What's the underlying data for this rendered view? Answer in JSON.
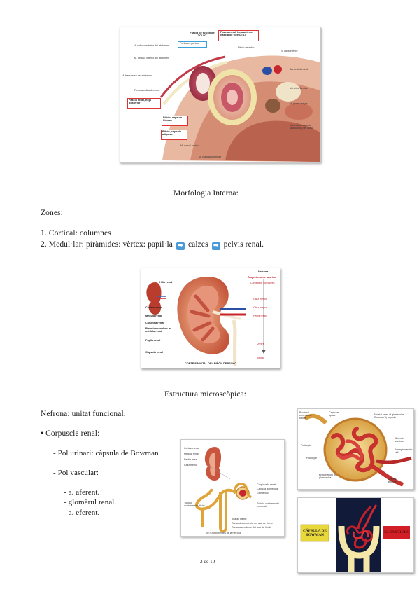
{
  "figure1": {
    "labels_left": [
      "M. oblicuo exterior del abdomen",
      "M. oblicuo interno del abdomen",
      "M. transverso del abdomen",
      "Flexura cólica derecha",
      "Fascia renal, hoja posterior",
      "Riñón, cápsula fibrosa",
      "Riñón, cápsula adiposa",
      "M. dorsal ancho",
      "M. cuadrado lumbar"
    ],
    "labels_top": [
      "Fascia de fusión de TOLDT",
      "Fascia renal, hoja anterior (fascia de GEROTA)",
      "Peritoneo parietal",
      "Riñón derecho"
    ],
    "labels_right": [
      "V. cava inferior",
      "Aorta abdominal",
      "Vértebra lumbar",
      "M. psoas mayor",
      "Musculatura propia (autóctona) del dorso"
    ]
  },
  "heading_internal": "Morfologia Interna:",
  "zones_label": "Zones:",
  "zone1": "1. Cortical: columnes",
  "zone2_prefix": "2. Medul·lar: piràmides: vèrtex: papil·la",
  "zone2_mid": "calzes",
  "zone2_end": "pelvis renal.",
  "arrow_icon": "right-arrow-icon",
  "figure2": {
    "left_labels": [
      "Corteza renal",
      "Médula renal",
      "Columna renal",
      "Pirámide renal en la médula renal",
      "Papila renal",
      "Cápsula renal"
    ],
    "hilio_label": "Hilio renal",
    "right_title": "Nefrona",
    "right_subtitle": "Trayectoria de la orina",
    "right_flow": [
      "Conductos colectores",
      "Cáliz menor",
      "Cáliz mayor",
      "Pelvis renal",
      "Uréter",
      "Vejiga"
    ],
    "caption": "CORTE FRONTAL DEL RIÑÓN DERECHO"
  },
  "heading_micro": "Estructura microscòpica:",
  "nefrona": "Nefrona: unitat funcional.",
  "corpuscle": "• Corpuscle renal:",
  "pol_urinari": "- Pol urinari: càpsula de Bowman",
  "pol_vascular": "- Pol vascular:",
  "vascular_items": [
    "- a. aferent.",
    "- glomèrul renal.",
    "- a. eferent."
  ],
  "figure3": {
    "top_labels": [
      "Corteza renal",
      "Médula renal",
      "Papila renal",
      "Cáliz menor"
    ],
    "right_labels": [
      "Corpúsculo renal",
      "Cápsula glomerular",
      "Glomérulo",
      "Túbulo contorneado proximal",
      "Asa de Henle",
      "Rama descendente del asa de Henle",
      "Rama ascendente del asa de Henle"
    ],
    "left_label": "Túbulo contorneado distal",
    "footer": "(b) Componentes de la nefrona"
  },
  "figure4": {
    "labels": [
      "Proximal convoluted tubule",
      "Capsular space",
      "Parietal layer of glomerular (Bowman's) capsule",
      "Podocyte",
      "Podocyte",
      "Afferent arteriole",
      "Juxtaglomerular cell",
      "Endothelium of glomerulus",
      "Efferent arteriole"
    ]
  },
  "figure5": {
    "left_label": "CÁPSULA DE BOWMAN",
    "right_label": "GLOMÉRULO"
  },
  "page_number": "2 de 10"
}
